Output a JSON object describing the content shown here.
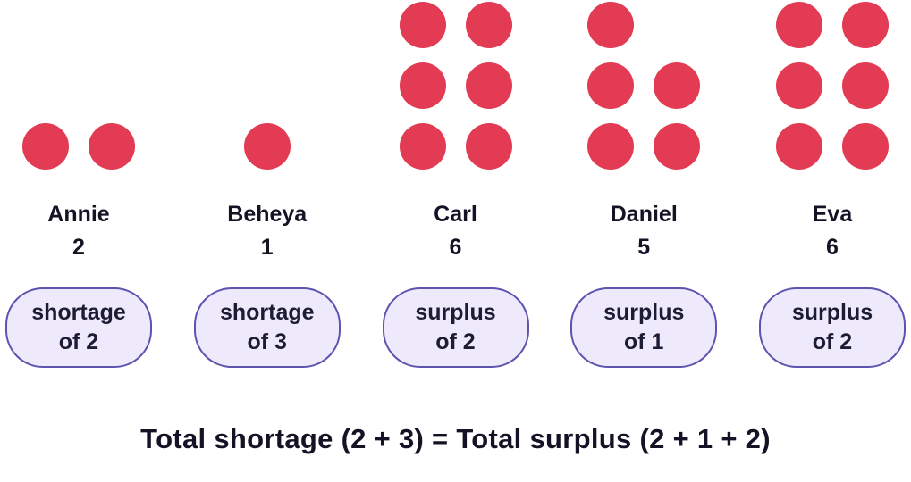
{
  "people": [
    {
      "name": "Annie",
      "count": 2,
      "badge": {
        "line1": "shortage",
        "line2": "of 2"
      }
    },
    {
      "name": "Beheya",
      "count": 1,
      "badge": {
        "line1": "shortage",
        "line2": "of 3"
      }
    },
    {
      "name": "Carl",
      "count": 6,
      "badge": {
        "line1": "surplus",
        "line2": "of 2"
      }
    },
    {
      "name": "Daniel",
      "count": 5,
      "badge": {
        "line1": "surplus",
        "line2": "of 1"
      }
    },
    {
      "name": "Eva",
      "count": 6,
      "badge": {
        "line1": "surplus",
        "line2": "of 2"
      }
    }
  ],
  "equation": "Total shortage (2 + 3) = Total surplus (2 + 1 + 2)",
  "colors": {
    "dot": "#e23b53",
    "badge_fill": "#efeafb",
    "badge_border": "#5d54b0",
    "text": "#131325"
  },
  "chart_data": {
    "type": "bar",
    "representation": "dot-pictograph",
    "categories": [
      "Annie",
      "Beheya",
      "Carl",
      "Daniel",
      "Eva"
    ],
    "values": [
      2,
      1,
      6,
      5,
      6
    ],
    "annotations": [
      "shortage of 2",
      "shortage of 3",
      "surplus of 2",
      "surplus of 1",
      "surplus of 2"
    ],
    "equation": "Total shortage (2 + 3) = Total surplus (2 + 1 + 2)",
    "ylim": [
      0,
      6
    ],
    "grid": false,
    "legend": "none"
  }
}
